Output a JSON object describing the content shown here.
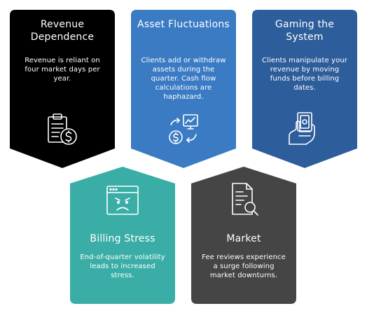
{
  "colors": {
    "black": "#000000",
    "blue_light": "#3a7bc4",
    "blue_dark": "#2d5d9a",
    "teal": "#3aaea6",
    "gray": "#454545"
  },
  "cards": {
    "revenue": {
      "title": "Revenue Dependence",
      "desc": "Revenue is reliant on four market days per year.",
      "icon": "clipboard-dollar-icon"
    },
    "asset": {
      "title": "Asset Fluctuations",
      "desc": "Clients add or withdraw assets during the quarter. Cash flow calculations are haphazard.",
      "icon": "dollar-cycle-chart-icon"
    },
    "gaming": {
      "title": "Gaming the System",
      "desc": "Clients manipulate your revenue by moving funds before billing dates.",
      "icon": "hand-money-icon"
    },
    "billing": {
      "title": "Billing Stress",
      "desc": "End-of-quarter volatility leads to increased stress.",
      "icon": "stressed-window-icon"
    },
    "market": {
      "title": "Market",
      "desc": "Fee reviews experience a surge following market downturns.",
      "icon": "document-search-icon"
    }
  }
}
